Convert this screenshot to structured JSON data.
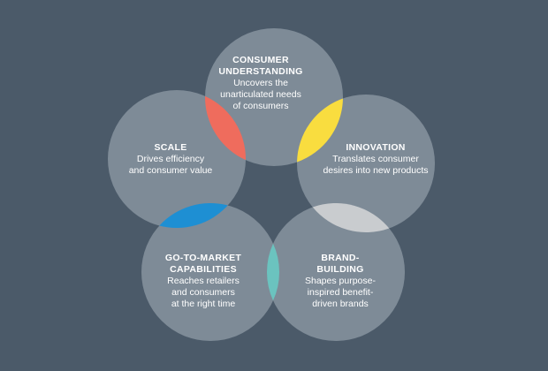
{
  "diagram": {
    "background": "#4b5a69",
    "circle_fill": "#7e8b97",
    "circles": [
      {
        "id": "consumer-understanding",
        "title_lines": [
          "CONSUMER",
          "UNDERSTANDING"
        ],
        "desc_lines": [
          "Uncovers the",
          "unarticulated needs",
          "of consumers"
        ]
      },
      {
        "id": "innovation",
        "title_lines": [
          "INNOVATION"
        ],
        "desc_lines": [
          "Translates consumer",
          "desires into new products"
        ]
      },
      {
        "id": "brand-building",
        "title_lines": [
          "BRAND-",
          "BUILDING"
        ],
        "desc_lines": [
          "Shapes purpose-",
          "inspired benefit-",
          "driven brands"
        ]
      },
      {
        "id": "go-to-market",
        "title_lines": [
          "GO-TO-MARKET",
          "CAPABILITIES"
        ],
        "desc_lines": [
          "Reaches retailers",
          "and consumers",
          "at the right time"
        ]
      },
      {
        "id": "scale",
        "title_lines": [
          "SCALE"
        ],
        "desc_lines": [
          "Drives efficiency",
          "and consumer value"
        ]
      }
    ],
    "overlaps": [
      {
        "id": "consumer-understanding-scale",
        "color": "#ef6c5d"
      },
      {
        "id": "consumer-understanding-innovation",
        "color": "#f9dd3f"
      },
      {
        "id": "innovation-brand-building",
        "color": "#c9cccf"
      },
      {
        "id": "brand-building-go-to-market",
        "color": "#6bc3bf"
      },
      {
        "id": "go-to-market-scale",
        "color": "#1e8fd3"
      }
    ]
  }
}
